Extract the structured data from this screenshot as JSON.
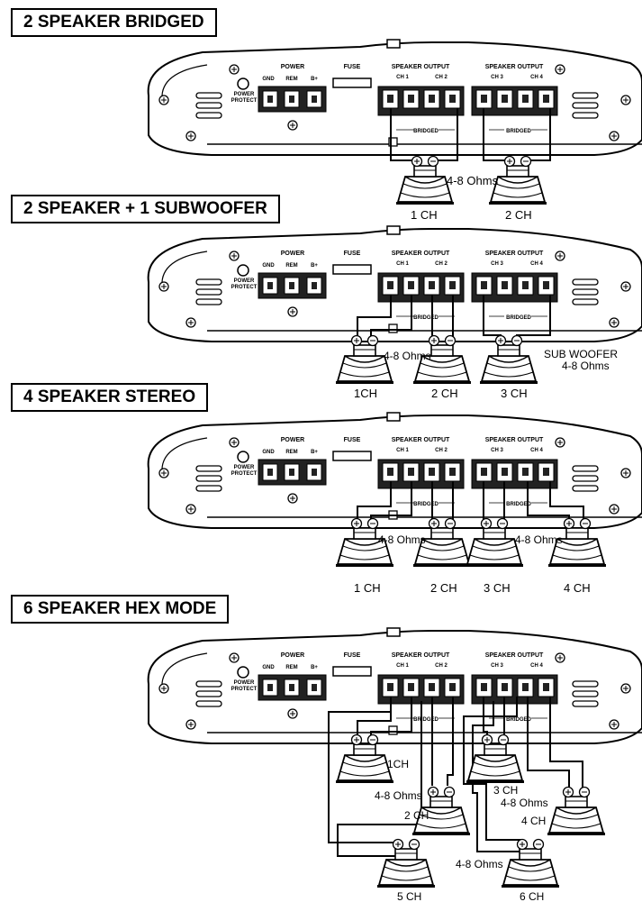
{
  "sections": [
    {
      "title": "2 SPEAKER BRIDGED",
      "ohms": [
        "4-8 Ohms"
      ],
      "channels": [
        "1 CH",
        "2 CH"
      ]
    },
    {
      "title": "2 SPEAKER + 1 SUBWOOFER",
      "ohms": [
        "4-8 Ohms"
      ],
      "channels": [
        "1CH",
        "2 CH",
        "3 CH"
      ],
      "sub_label": "SUB WOOFER",
      "sub_ohms": "4-8 Ohms"
    },
    {
      "title": "4 SPEAKER STEREO",
      "ohms": [
        "4-8 Ohms",
        "4-8 Ohms"
      ],
      "channels": [
        "1 CH",
        "2 CH",
        "3 CH",
        "4 CH"
      ]
    },
    {
      "title": "6 SPEAKER HEX MODE",
      "ohms": [
        "4-8 Ohms",
        "4-8 Ohms",
        "4-8 Ohms"
      ],
      "channels": [
        "1CH",
        "2 CH",
        "3 CH",
        "4 CH",
        "5 CH",
        "6 CH"
      ]
    }
  ],
  "amp_labels": {
    "power": "POWER",
    "gnd": "GND",
    "rem": "REM",
    "bplus": "B+",
    "fuse": "FUSE",
    "speaker_output": "SPEAKER OUTPUT",
    "power_protect_1": "POWER",
    "power_protect_2": "PROTECT",
    "ch1": "CH 1",
    "ch2": "CH 2",
    "ch3": "CH 3",
    "ch4": "CH 4",
    "bridged": "BRIDGED"
  }
}
